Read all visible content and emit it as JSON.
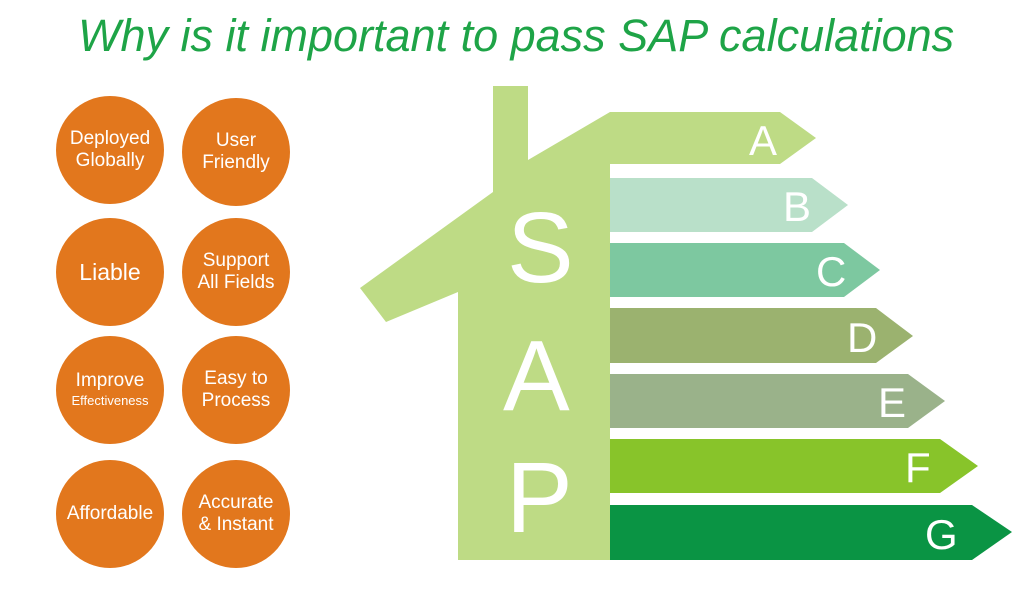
{
  "title": "Why is it important to pass SAP calculations",
  "benefits": [
    {
      "line1": "Deployed",
      "line2": "Globally"
    },
    {
      "line1": "User",
      "line2": "Friendly"
    },
    {
      "line1": "Liable",
      "line2": ""
    },
    {
      "line1": "Support",
      "line2": "All Fields"
    },
    {
      "line1": "Improve",
      "line2": "Effectiveness"
    },
    {
      "line1": "Easy to",
      "line2": "Process"
    },
    {
      "line1": "Affordable",
      "line2": ""
    },
    {
      "line1": "Accurate",
      "line2": "& Instant"
    }
  ],
  "sap": {
    "s": "S",
    "a": "A",
    "p": "P"
  },
  "ratings": [
    "A",
    "B",
    "C",
    "D",
    "E",
    "F",
    "G"
  ],
  "colors": {
    "title": "#1ea447",
    "circle": "#e2771d",
    "house": "#bedb85",
    "bands": [
      "#bedb85",
      "#b9e0c9",
      "#7dc8a0",
      "#9bb26f",
      "#9ab28a",
      "#88c42a",
      "#0a9444"
    ]
  }
}
